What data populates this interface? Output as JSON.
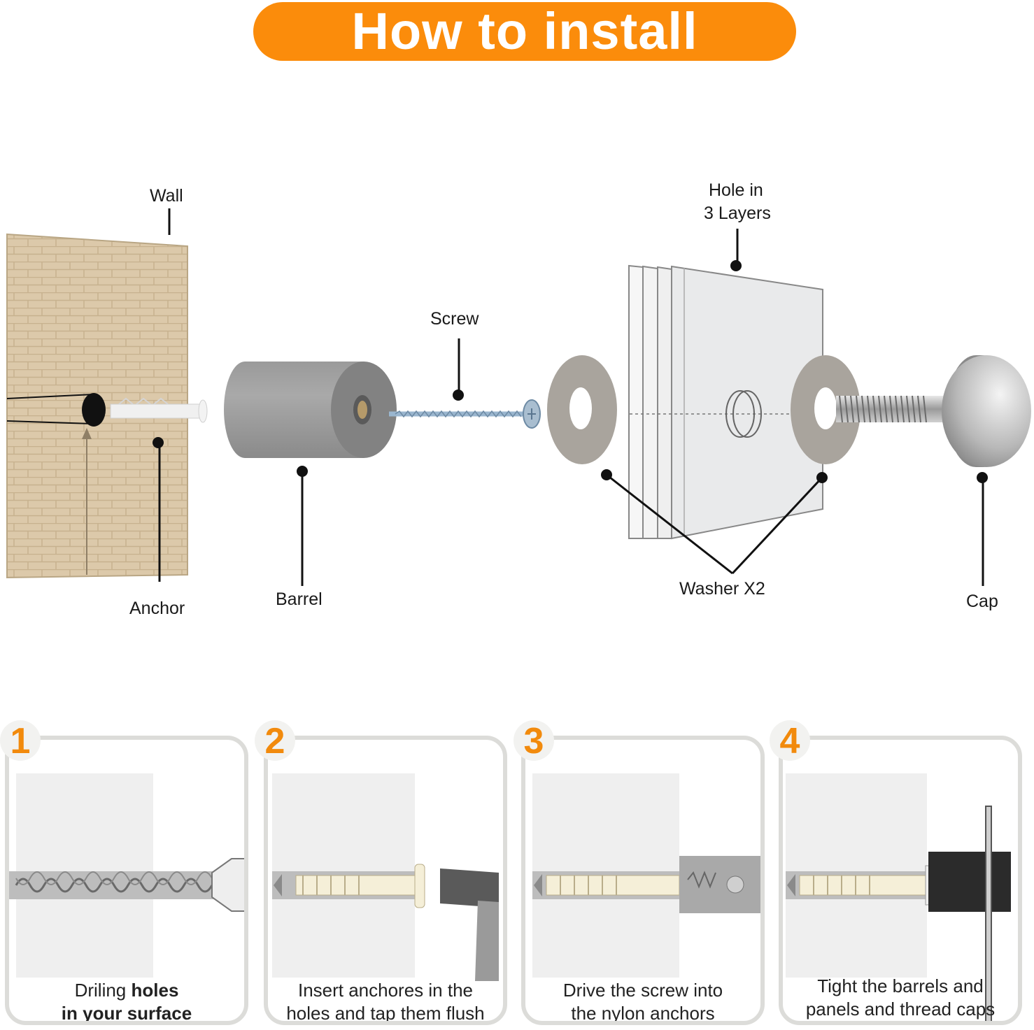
{
  "title": "How to install",
  "labels": {
    "wall": "Wall",
    "anchor": "Anchor",
    "barrel": "Barrel",
    "screw": "Screw",
    "hole_line1": "Hole in",
    "hole_line2": "3 Layers",
    "washer": "Washer X2",
    "cap": "Cap"
  },
  "steps": [
    {
      "number": "1",
      "line1_a": "Driling ",
      "line1_b": "holes",
      "line2": "in your surface"
    },
    {
      "number": "2",
      "line1": "Insert anchores in the",
      "line2": "holes and tap them flush"
    },
    {
      "number": "3",
      "line1": "Drive the screw into",
      "line2": "the nylon anchors"
    },
    {
      "number": "4",
      "line1": "Tight the barrels and",
      "line2": "panels and thread caps"
    }
  ],
  "colors": {
    "accent": "#fb8c0b",
    "step_number": "#f28a0c",
    "brick": "#d8c5a6"
  }
}
